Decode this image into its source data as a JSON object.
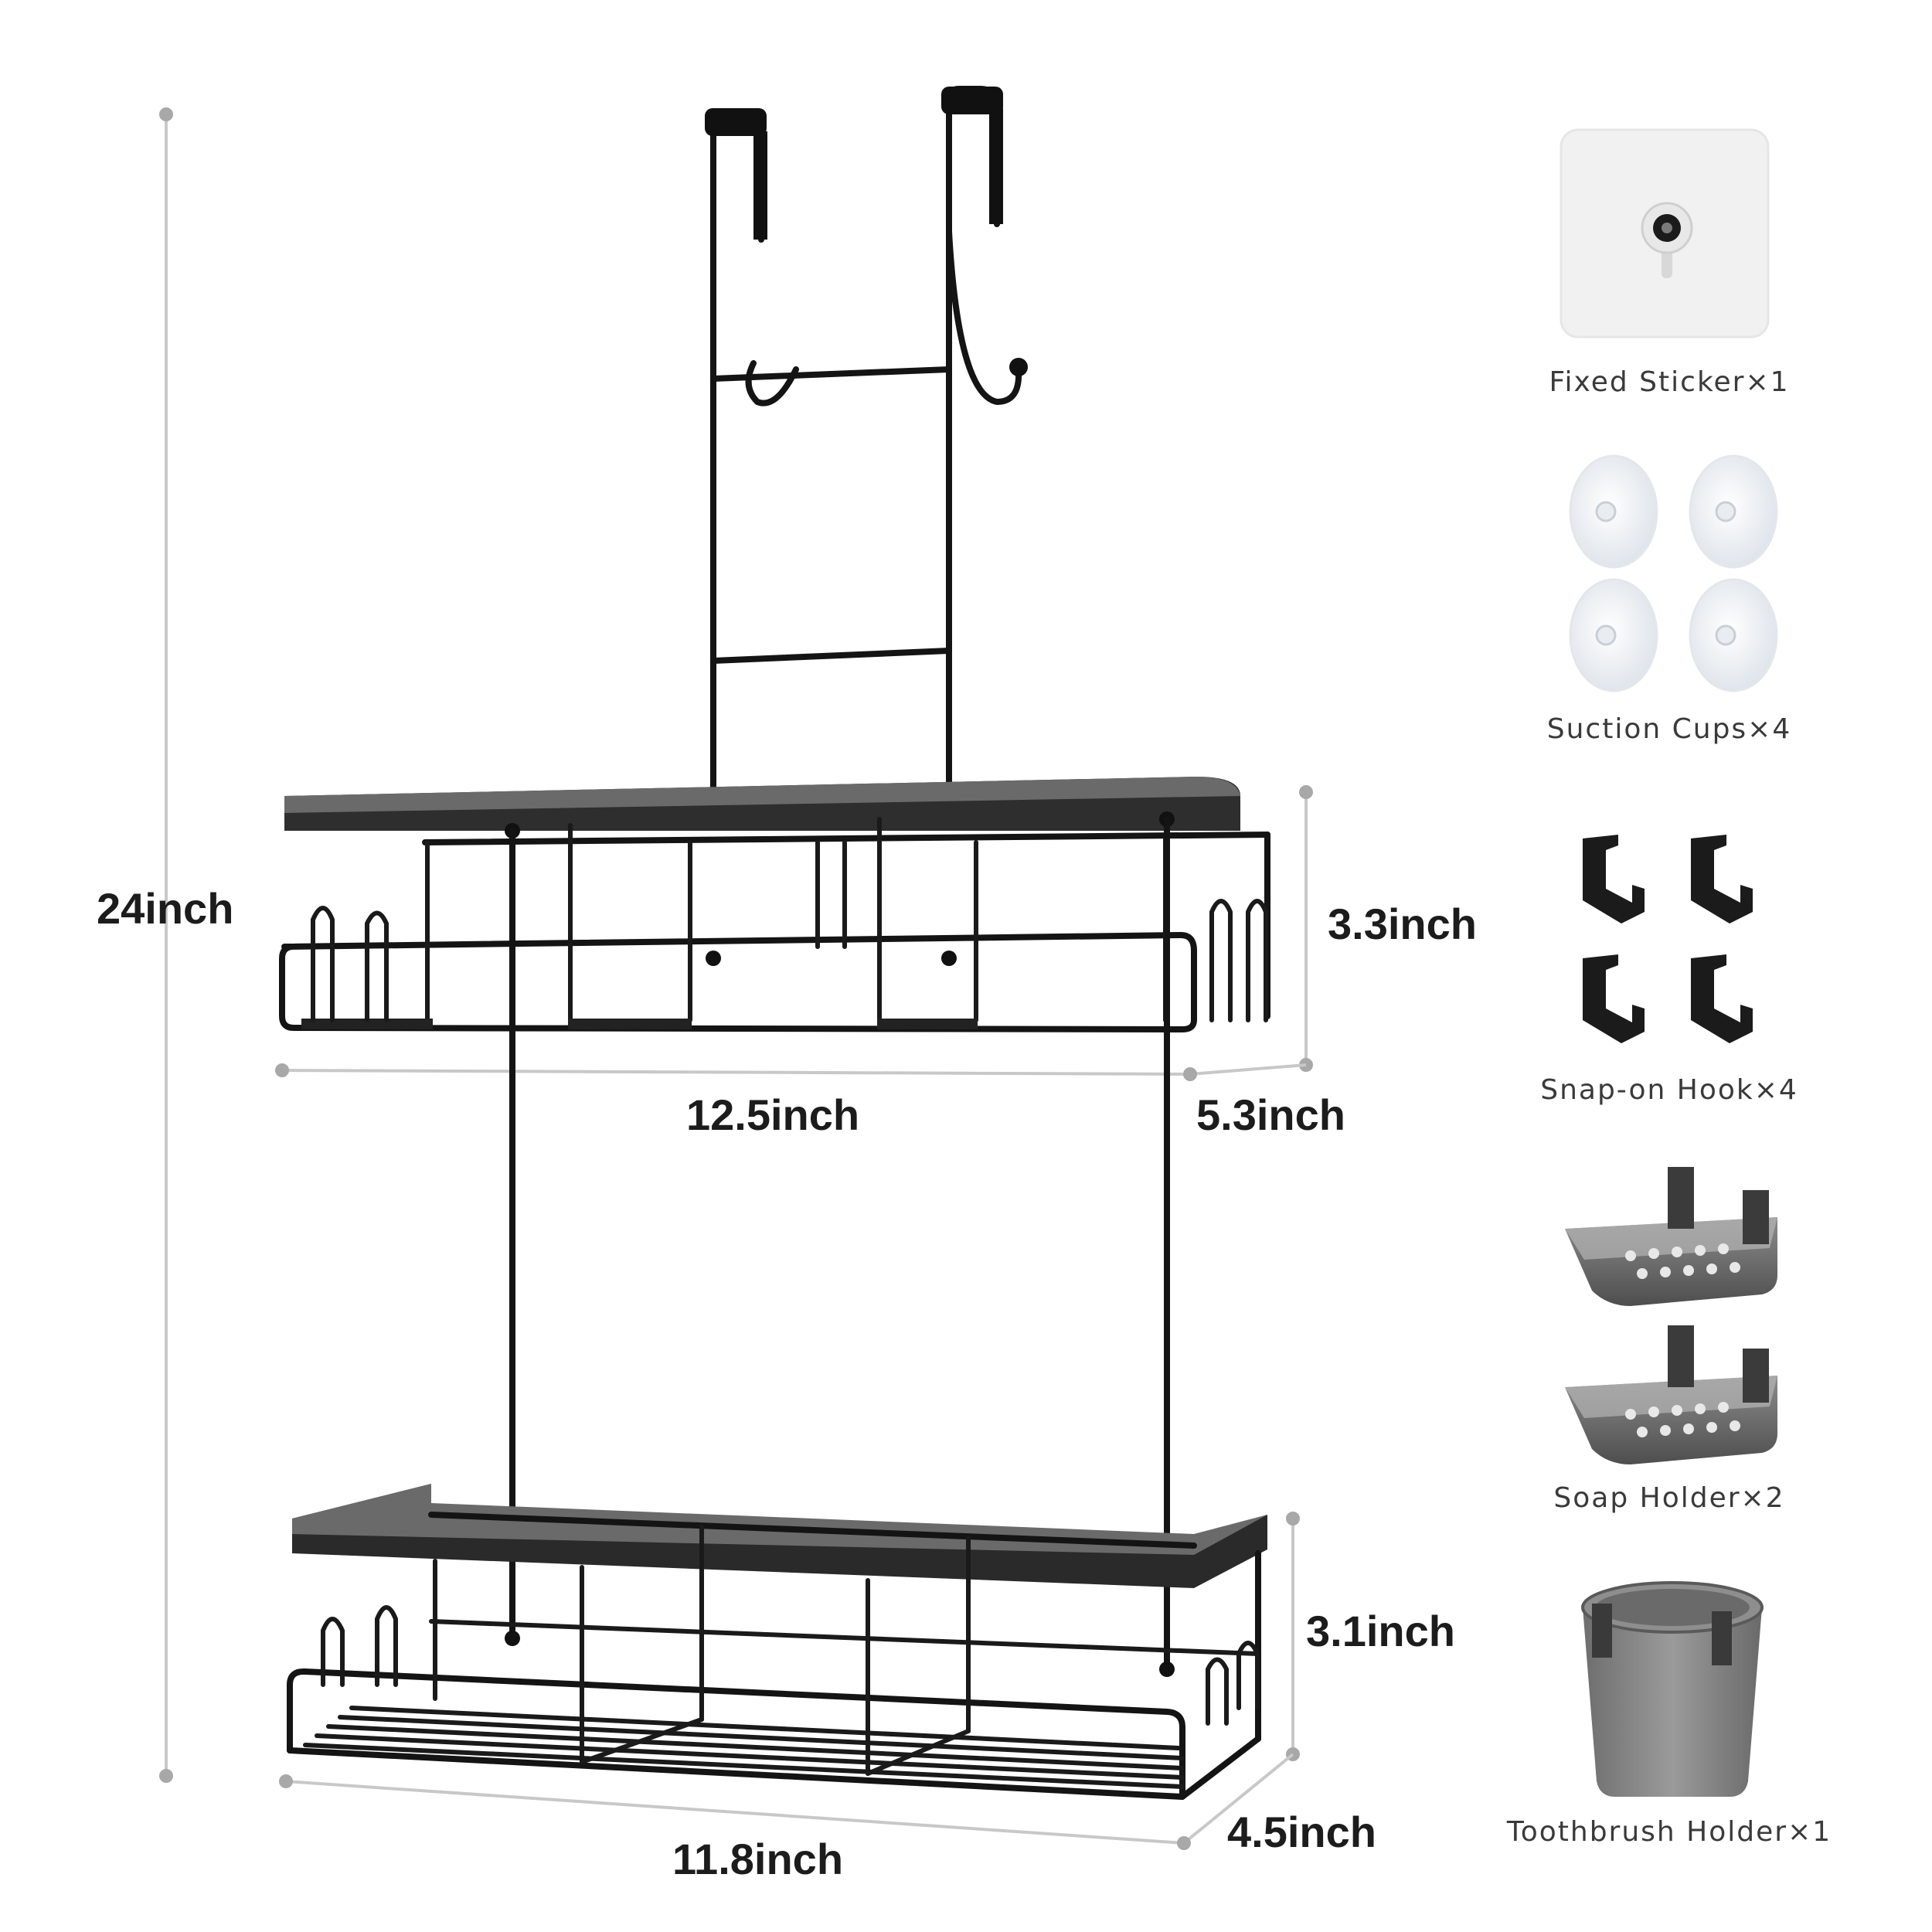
{
  "dimensions": {
    "height": "24inch",
    "top_shelf_depth": "3.3inch",
    "top_shelf_width": "12.5inch",
    "top_shelf_side": "5.3inch",
    "bottom_shelf_depth": "3.1inch",
    "bottom_shelf_width": "11.8inch",
    "bottom_shelf_side": "4.5inch"
  },
  "accessories": [
    {
      "label": "Fixed Sticker×1",
      "icon": "sticker-icon"
    },
    {
      "label": "Suction Cups×4",
      "icon": "suction-cup-icon"
    },
    {
      "label": "Snap-on Hook×4",
      "icon": "hook-icon"
    },
    {
      "label": "Soap Holder×2",
      "icon": "soap-holder-icon"
    },
    {
      "label": "Toothbrush Holder×1",
      "icon": "toothbrush-cup-icon"
    }
  ],
  "colors": {
    "metal": "#141414",
    "guide": "#c8c8c8",
    "label": "#1c1c1c",
    "accessory_label": "#3a3a3a"
  }
}
